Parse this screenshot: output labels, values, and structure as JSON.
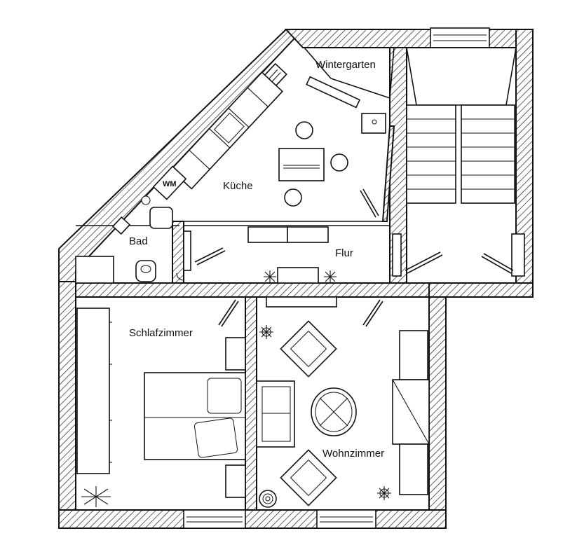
{
  "rooms": {
    "wintergarten": "Wintergarten",
    "kueche": "Küche",
    "bad": "Bad",
    "flur": "Flur",
    "schlafzimmer": "Schlafzimmer",
    "wohnzimmer": "Wohnzimmer"
  },
  "appliances": {
    "waschmaschine": "WM"
  },
  "colors": {
    "ink": "#111111",
    "paper": "#ffffff"
  }
}
